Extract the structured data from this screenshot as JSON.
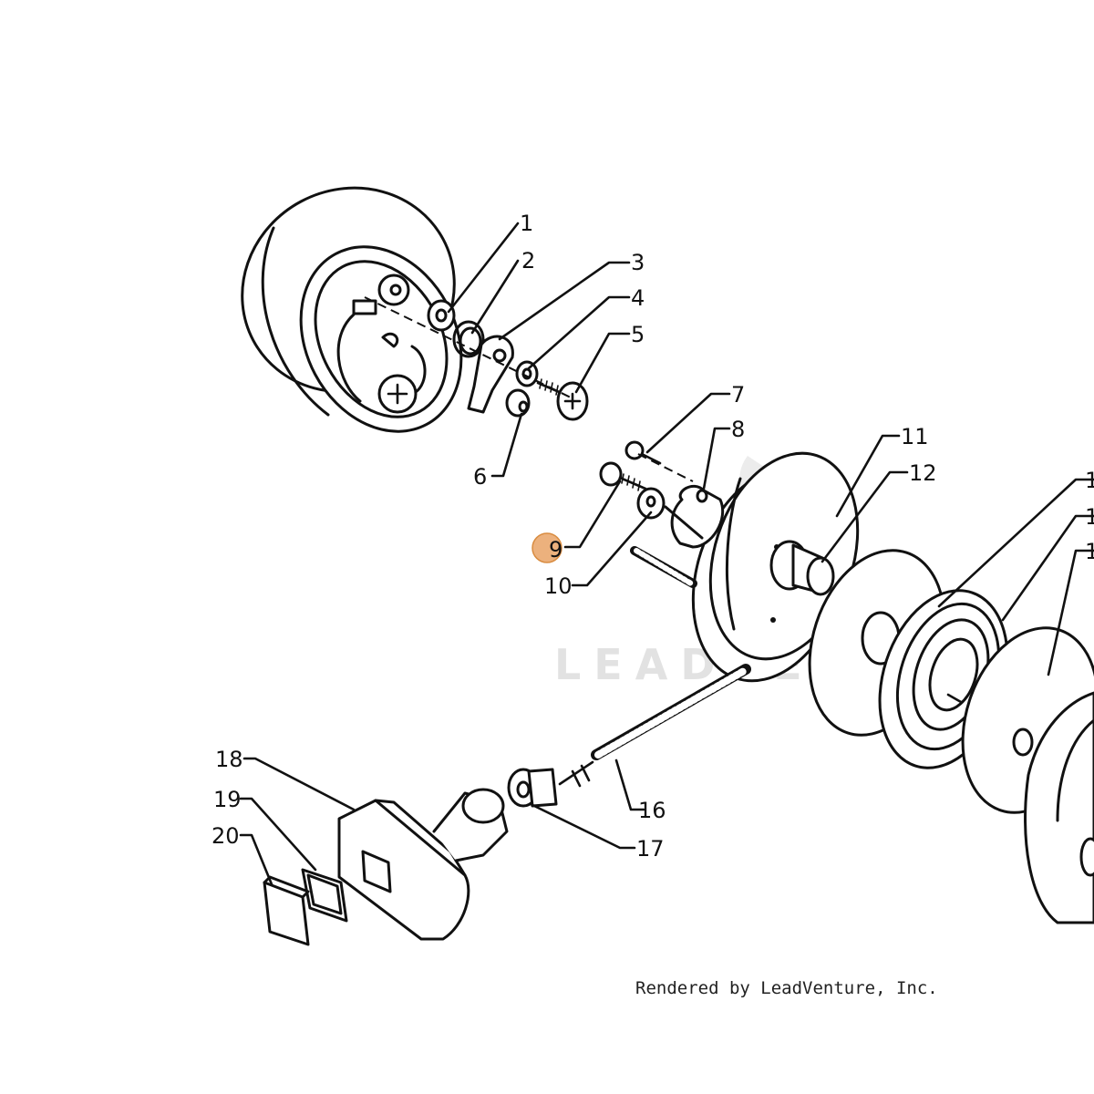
{
  "diagram": {
    "callouts": [
      {
        "id": "1",
        "text": "1"
      },
      {
        "id": "2",
        "text": "2"
      },
      {
        "id": "3",
        "text": "3"
      },
      {
        "id": "4",
        "text": "4"
      },
      {
        "id": "5",
        "text": "5"
      },
      {
        "id": "6",
        "text": "6"
      },
      {
        "id": "7",
        "text": "7"
      },
      {
        "id": "8",
        "text": "8"
      },
      {
        "id": "9",
        "text": "9"
      },
      {
        "id": "10",
        "text": "10"
      },
      {
        "id": "11",
        "text": "11"
      },
      {
        "id": "12",
        "text": "12"
      },
      {
        "id": "13",
        "text": "1"
      },
      {
        "id": "14",
        "text": "1"
      },
      {
        "id": "15",
        "text": "1"
      },
      {
        "id": "16",
        "text": "16"
      },
      {
        "id": "17",
        "text": "17"
      },
      {
        "id": "18",
        "text": "18"
      },
      {
        "id": "19",
        "text": "19"
      },
      {
        "id": "20",
        "text": "20"
      }
    ],
    "hotspot": {
      "label": "9",
      "color": "#e8a060"
    },
    "watermark": {
      "text": "LEADVENTURE",
      "color": "#e0e0e0"
    },
    "credit": "Rendered by LeadVenture, Inc."
  }
}
